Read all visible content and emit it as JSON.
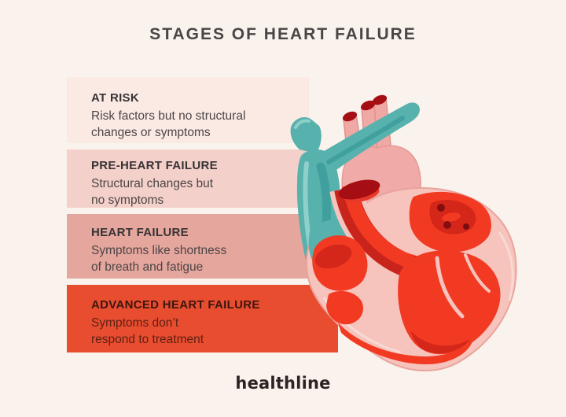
{
  "page": {
    "title": "STAGES OF HEART FAILURE",
    "brand_logo": "healthline",
    "background_color": "#faf3ed"
  },
  "stages": [
    {
      "label": "AT RISK",
      "line1": "Risk factors but no structural",
      "line2": "changes or symptoms",
      "color": "#fbeae4"
    },
    {
      "label": "PRE-HEART FAILURE",
      "line1": "Structural changes but",
      "line2": "no symptoms",
      "color": "#f3d0c9"
    },
    {
      "label": "HEART FAILURE",
      "line1": "Symptoms like shortness",
      "line2": "of breath and fatigue",
      "color": "#e5a69d"
    },
    {
      "label": "ADVANCED HEART FAILURE",
      "line1": "Symptoms don’t",
      "line2": "respond to treatment",
      "color": "#e94d30"
    }
  ],
  "illustration": {
    "name": "heart-cross-section",
    "colors": {
      "vein_teal": "#57b1ad",
      "vein_teal_dark": "#3fa09d",
      "vein_teal_light": "#8fd0cb",
      "vessel_pink": "#f0a8a5",
      "heart_wall_pink": "#f6c3bd",
      "chamber_red": "#f23a23",
      "chamber_red_dark": "#d42619",
      "vessel_opening_dark_red": "#a50f14"
    }
  }
}
